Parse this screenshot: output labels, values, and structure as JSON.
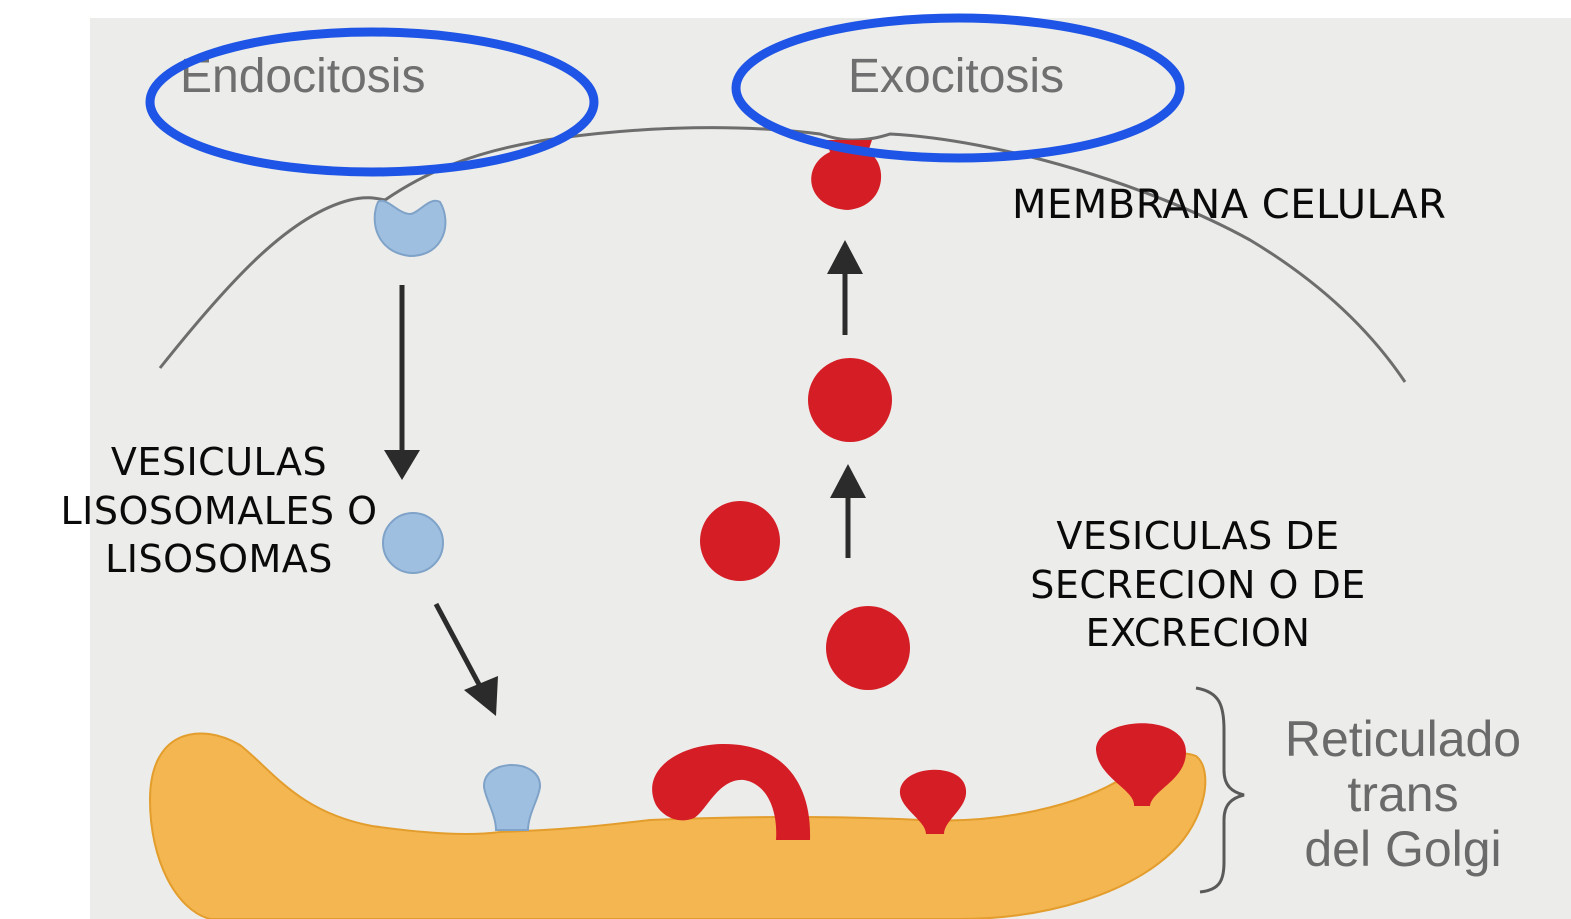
{
  "process_labels": {
    "endocitosis": "Endocitosis",
    "exocitosis": "Exocitosis"
  },
  "annotations": {
    "membrana": "MEMBRANA CELULAR",
    "lisosomas": [
      "VESICULAS",
      "LISOSOMALES O",
      "LISOSOMAS"
    ],
    "secrecion": [
      "VESICULAS DE",
      "SECRECION O DE",
      "EXCRECION"
    ]
  },
  "golgi_label": [
    "Reticulado",
    "trans",
    "del Golgi"
  ],
  "colors": {
    "background": "#ececea",
    "membrane_line": "#6d6d6d",
    "lysosome_vesicle": "#9fbfe0",
    "secretory_vesicle": "#d51d25",
    "golgi": "#f4b650",
    "highlight_ellipse": "#1f55e6",
    "arrow": "#2b2b2b"
  }
}
